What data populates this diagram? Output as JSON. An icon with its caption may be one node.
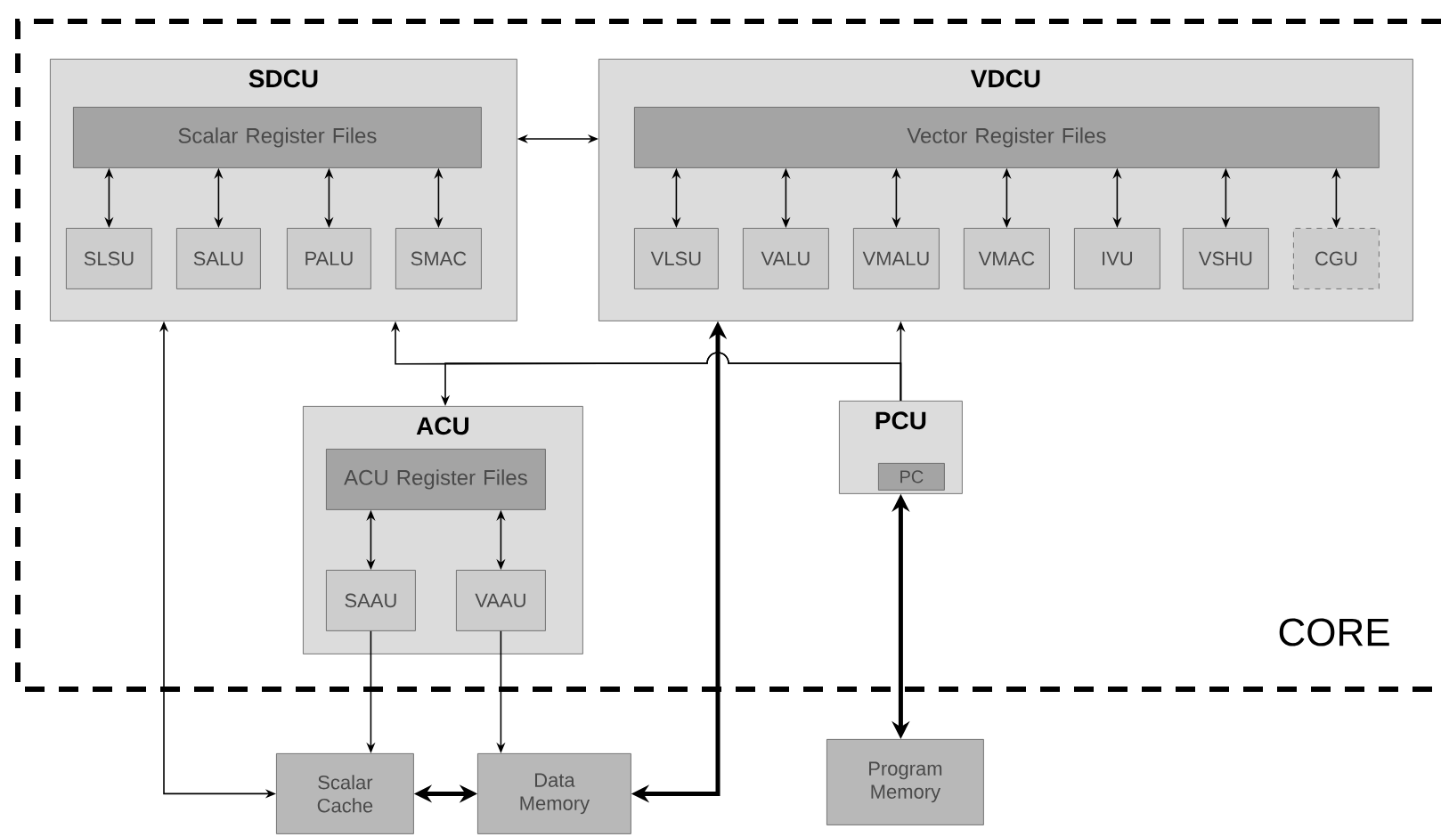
{
  "diagram": {
    "nodes": [
      {
        "text": [
          "CORE"
        ]
      },
      {
        "text": [
          "SDCU"
        ],
        "in": 0
      },
      {
        "text": [
          "Scalar Register Files"
        ],
        "in": 1
      },
      {
        "text": [
          "SLSU"
        ],
        "in": 1
      },
      {
        "text": [
          "SALU"
        ],
        "in": 1
      },
      {
        "text": [
          "PALU"
        ],
        "in": 1
      },
      {
        "text": [
          "SMAC"
        ],
        "in": 1
      },
      {
        "text": [
          "VDCU"
        ],
        "in": 0
      },
      {
        "text": [
          "Vector Register Files"
        ],
        "in": 7
      },
      {
        "text": [
          "VLSU"
        ],
        "in": 7
      },
      {
        "text": [
          "VALU"
        ],
        "in": 7
      },
      {
        "text": [
          "VMALU"
        ],
        "in": 7
      },
      {
        "text": [
          "VMAC"
        ],
        "in": 7
      },
      {
        "text": [
          "IVU"
        ],
        "in": 7
      },
      {
        "text": [
          "VSHU"
        ],
        "in": 7
      },
      {
        "text": [
          "CGU"
        ],
        "in": 7
      },
      {
        "text": [
          "ACU"
        ],
        "in": 0
      },
      {
        "text": [
          "ACU Register Files"
        ],
        "in": 16
      },
      {
        "text": [
          "SAAU"
        ],
        "in": 16
      },
      {
        "text": [
          "VAAU"
        ],
        "in": 16
      },
      {
        "text": [
          "PCU"
        ],
        "in": 0
      },
      {
        "text": [
          "PC"
        ],
        "in": 20
      },
      {
        "text": [
          "Scalar Cache"
        ]
      },
      {
        "text": [
          "Data Memory"
        ]
      },
      {
        "text": [
          "Program Memory"
        ]
      }
    ],
    "edges": [
      {
        "from": 1,
        "to": 7,
        "arrow": "both"
      },
      {
        "from": 2,
        "to": 3,
        "arrow": "both"
      },
      {
        "from": 2,
        "to": 4,
        "arrow": "both"
      },
      {
        "from": 2,
        "to": 5,
        "arrow": "both"
      },
      {
        "from": 2,
        "to": 6,
        "arrow": "both"
      },
      {
        "from": 8,
        "to": 9,
        "arrow": "both"
      },
      {
        "from": 8,
        "to": 10,
        "arrow": "both"
      },
      {
        "from": 8,
        "to": 11,
        "arrow": "both"
      },
      {
        "from": 8,
        "to": 12,
        "arrow": "both"
      },
      {
        "from": 8,
        "to": 13,
        "arrow": "both"
      },
      {
        "from": 8,
        "to": 14,
        "arrow": "both"
      },
      {
        "from": 8,
        "to": 15,
        "arrow": "both"
      },
      {
        "from": 17,
        "to": 18,
        "arrow": "both"
      },
      {
        "from": 17,
        "to": 19,
        "arrow": "both"
      },
      {
        "from": 20,
        "to": 1,
        "arrow": "to"
      },
      {
        "from": 20,
        "to": 16,
        "arrow": "to"
      },
      {
        "from": 20,
        "to": 7,
        "arrow": "to"
      },
      {
        "from": 18,
        "to": 22,
        "arrow": "to"
      },
      {
        "from": 19,
        "to": 23,
        "arrow": "to"
      },
      {
        "from": 22,
        "to": 1,
        "arrow": "both"
      },
      {
        "from": 22,
        "to": 23,
        "arrow": "both",
        "style": "thick"
      },
      {
        "from": 23,
        "to": 7,
        "arrow": "both",
        "style": "thick"
      },
      {
        "from": 20,
        "to": 24,
        "arrow": "both",
        "style": "thick"
      }
    ]
  }
}
